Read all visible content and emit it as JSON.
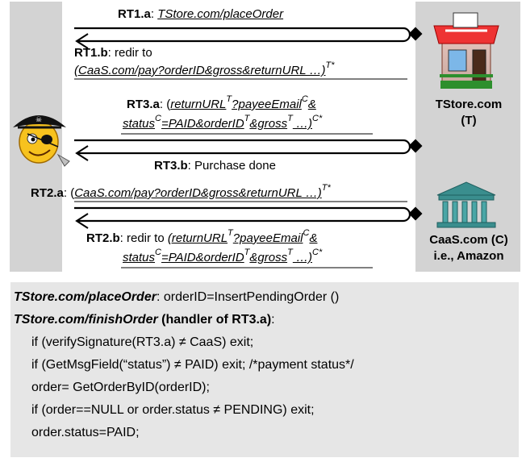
{
  "diagram": {
    "messages": {
      "rt1a": {
        "id": "RT1.a",
        "sep": ": ",
        "url": "TStore.com/placeOrder"
      },
      "rt1b": {
        "id": "RT1.b",
        "text": ": redir to",
        "line2": "(CaaS.com/pay?orderID&gross&returnURL …)",
        "sup": "T*"
      },
      "rt3a": {
        "id": "RT3.a",
        "sep": ": (",
        "p1": "returnURL",
        "s1": "T",
        "p2": "?payeeEmail",
        "s2": "C",
        "p3": "&",
        "q1": "status",
        "t1": "C",
        "q2": "=PAID&orderID",
        "t2": "T",
        "q3": "&gross",
        "t3": "T",
        "q4": " …)",
        "t4": "C*"
      },
      "rt3b": {
        "id": "RT3.b",
        "text": ":  Purchase done"
      },
      "rt2a": {
        "id": "RT2.a",
        "sep": ": (",
        "url": "CaaS.com/pay?orderID&gross&returnURL …)",
        "sup": "T*"
      },
      "rt2b": {
        "id": "RT2.b",
        "text": ": redir to ",
        "p1": "(returnURL",
        "s1": "T",
        "p2": "?payeeEmail",
        "s2": "C",
        "p3": "&",
        "q1": "status",
        "t1": "C",
        "q2": "=PAID&orderID",
        "t2": "T",
        "q3": "&gross",
        "t3": "T",
        "q4": " …)",
        "t4": "C*"
      }
    },
    "parties": {
      "tstore": {
        "line1": "TStore.com",
        "line2": "(T)"
      },
      "caas": {
        "line1": "CaaS.com (C)",
        "line2": "i.e., Amazon"
      }
    }
  },
  "code": {
    "line1": {
      "name": "TStore.com/placeOrder",
      "rest": ":  orderID=InsertPendingOrder ()"
    },
    "line2": {
      "name": "TStore.com/finishOrder",
      "rest": "  (handler of RT3.a)",
      "colon": ":"
    },
    "body": [
      "if (verifySignature(RT3.a) ≠ CaaS) exit;",
      "if (GetMsgField(“status”) ≠ PAID) exit;   /*payment status*/",
      "order= GetOrderByID(orderID);",
      "if (order==NULL or order.status ≠ PENDING) exit;",
      "order.status=PAID;"
    ]
  }
}
